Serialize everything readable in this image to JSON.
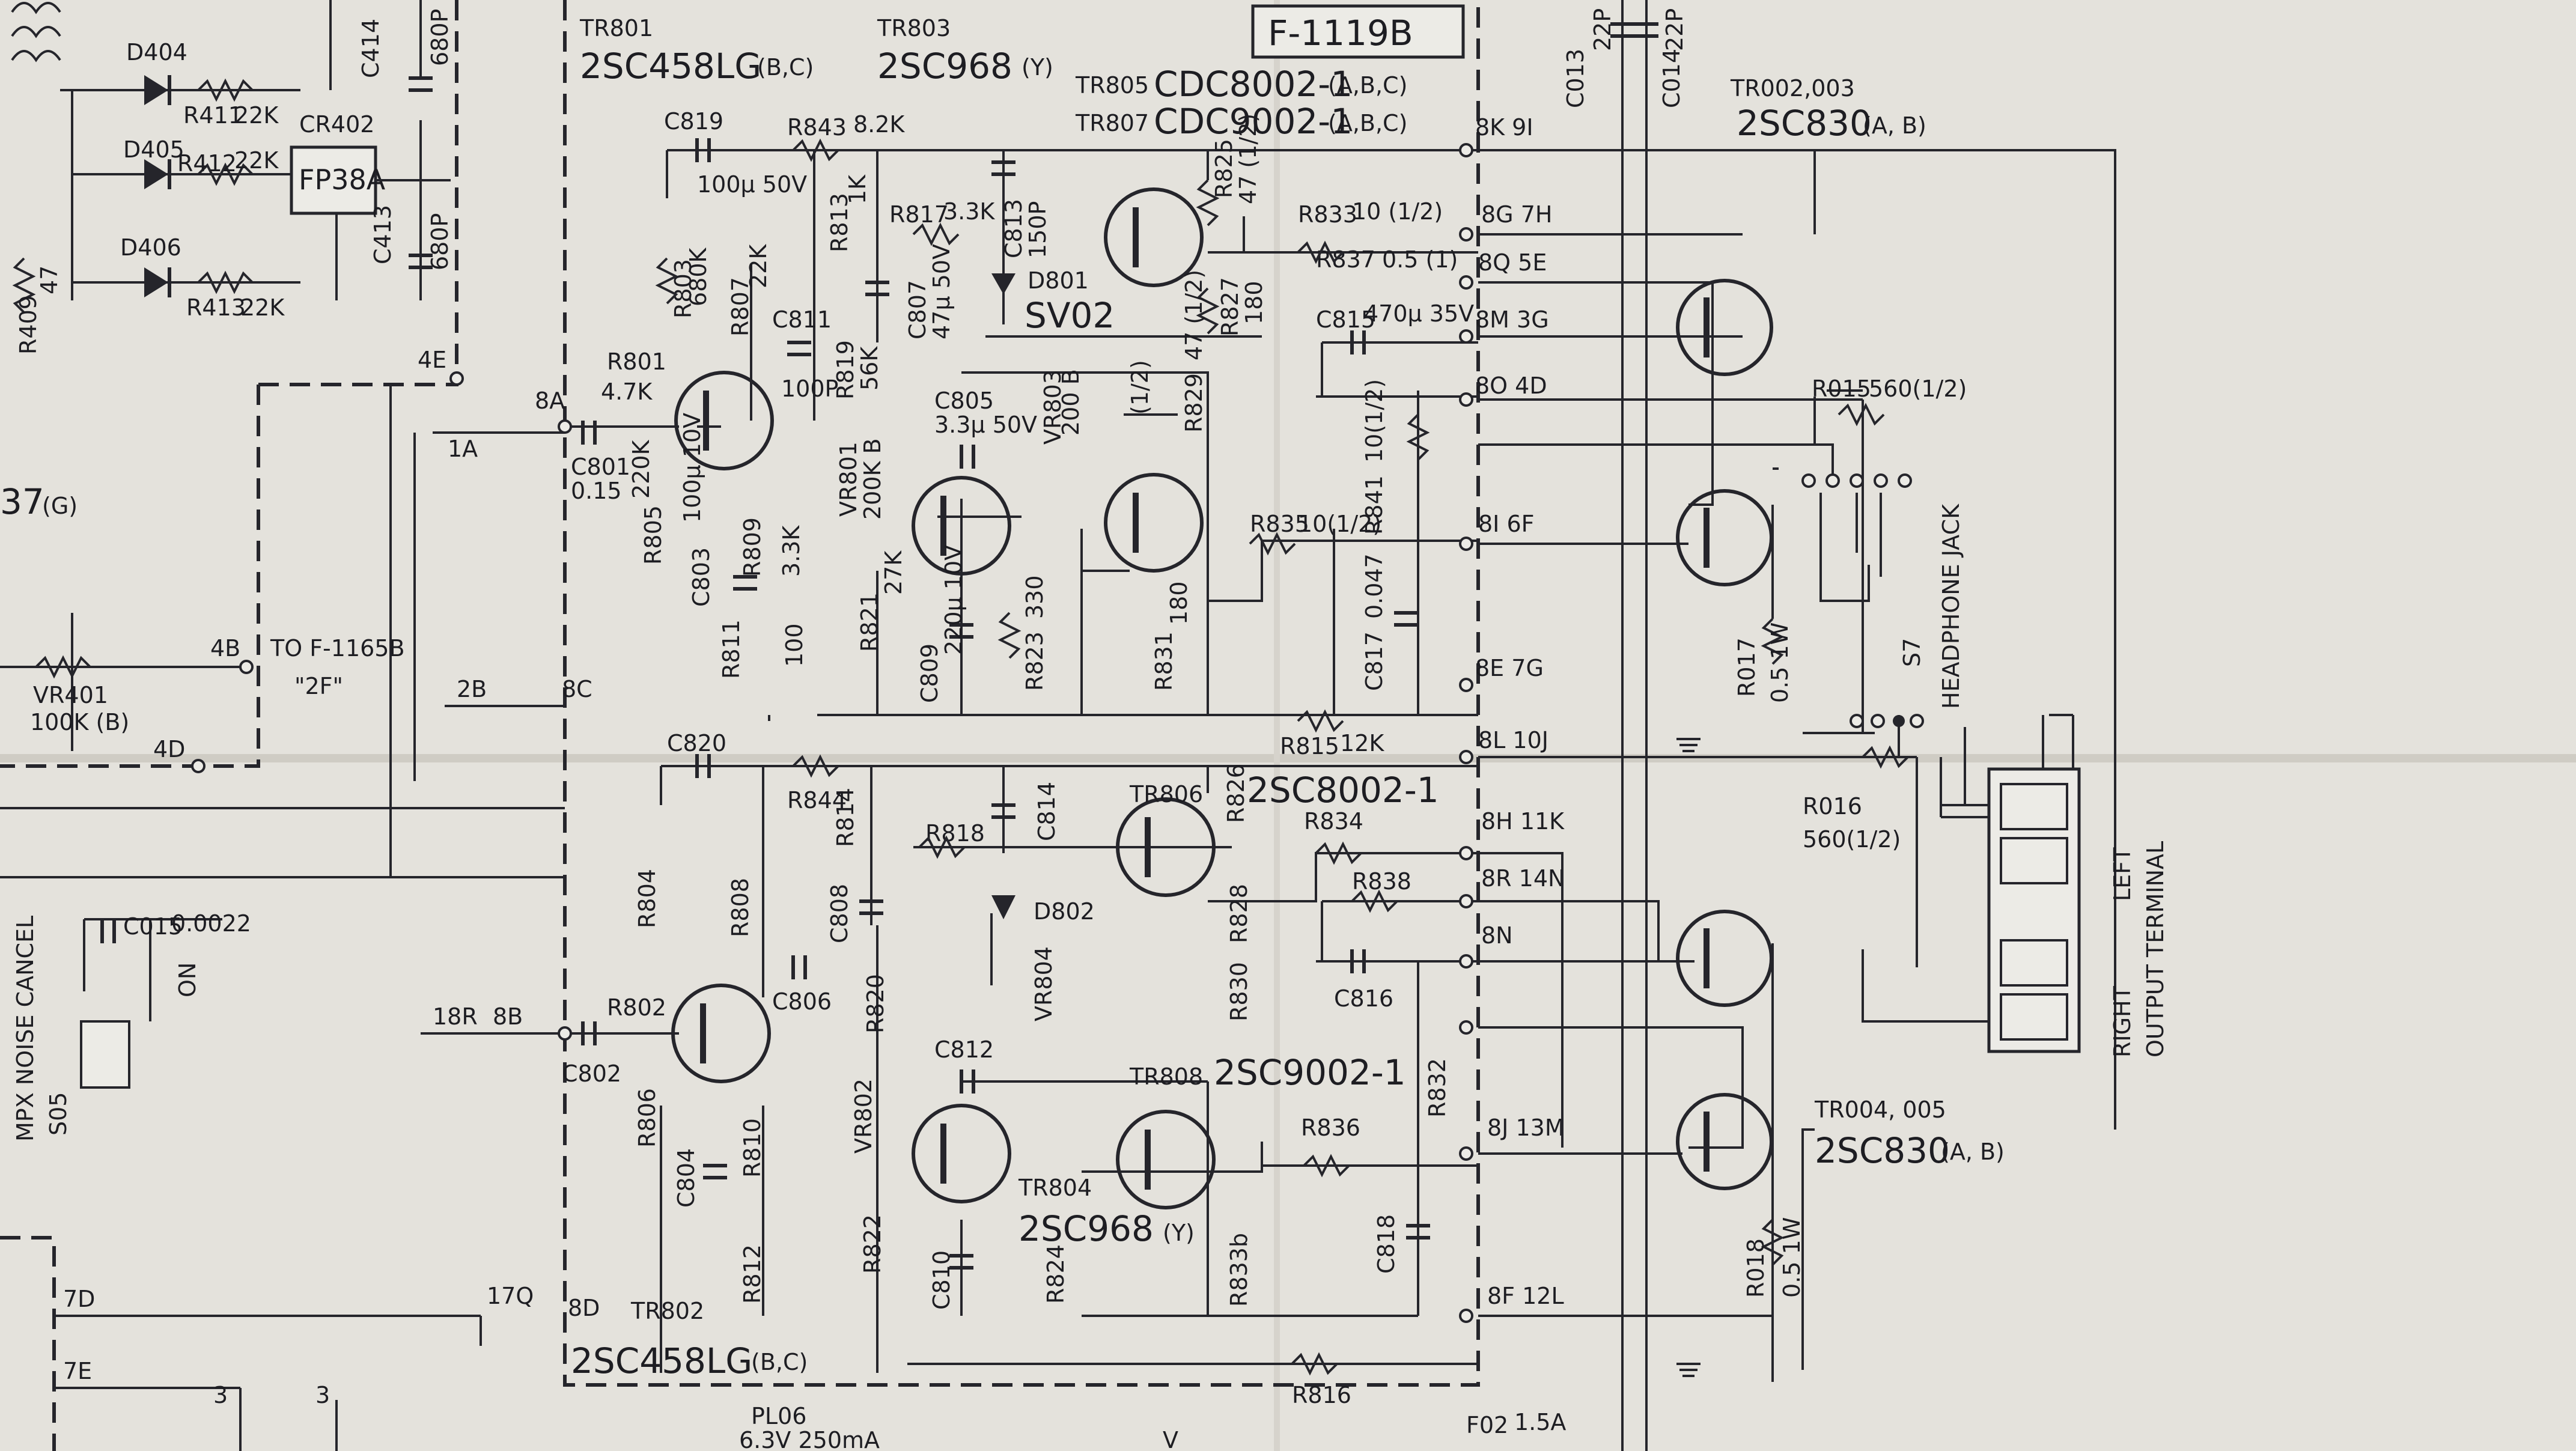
{
  "board": {
    "id": "F-1119B",
    "to_board": "TO F-1165B",
    "to_board_pin": "\"2F\""
  },
  "transistors": [
    {
      "ref": "TR801",
      "part": "2SC458LG",
      "grade": "(B,C)"
    },
    {
      "ref": "TR803",
      "part": "2SC968",
      "grade": "(Y)"
    },
    {
      "ref": "TR805",
      "part": "CDC8002-1",
      "grade": "(A,B,C)"
    },
    {
      "ref": "TR807",
      "part": "CDC9002-1",
      "grade": "(A,B,C)"
    },
    {
      "ref": "TR002,003",
      "part": "2SC830",
      "grade": "(A, B)"
    },
    {
      "ref": "TR806",
      "part": "2SC8002-1",
      "grade": ""
    },
    {
      "ref": "TR808",
      "part": "2SC9002-1",
      "grade": ""
    },
    {
      "ref": "TR804",
      "part": "2SC968",
      "grade": "(Y)"
    },
    {
      "ref": "TR004, 005",
      "part": "2SC830",
      "grade": "(A, B)"
    },
    {
      "ref": "TR802",
      "part": "2SC458LG",
      "grade": "(B,C)"
    }
  ],
  "diodes": [
    {
      "ref": "D404"
    },
    {
      "ref": "D405"
    },
    {
      "ref": "D406"
    },
    {
      "ref": "D801",
      "part": "SV02"
    },
    {
      "ref": "D802"
    }
  ],
  "ic": {
    "ref": "CR402",
    "part": "FP38A"
  },
  "resistors": [
    {
      "ref": "R411",
      "value": "22K"
    },
    {
      "ref": "R412",
      "value": "22K"
    },
    {
      "ref": "R413",
      "value": "22K"
    },
    {
      "ref": "R409",
      "value": "47"
    },
    {
      "ref": "R843",
      "value": "8.2K"
    },
    {
      "ref": "R813",
      "value": "1K"
    },
    {
      "ref": "R817",
      "value": "3.3K"
    },
    {
      "ref": "R825",
      "value": "47 (1/2)"
    },
    {
      "ref": "R833",
      "value": "10 (1/2)"
    },
    {
      "ref": "R837",
      "value": "0.5 (1)"
    },
    {
      "ref": "R827",
      "value": "180"
    },
    {
      "ref": "R803",
      "value": "680K"
    },
    {
      "ref": "R807",
      "value": "22K"
    },
    {
      "ref": "R801",
      "value": "4.7K"
    },
    {
      "ref": "R819",
      "value": "56K"
    },
    {
      "ref": "R829",
      "value": "47 (1/2)"
    },
    {
      "ref": "R805",
      "value": "220K"
    },
    {
      "ref": "R809",
      "value": "3.3K"
    },
    {
      "ref": "R821",
      "value": "27K"
    },
    {
      "ref": "R823",
      "value": "330"
    },
    {
      "ref": "R835",
      "value": "10(1/2)"
    },
    {
      "ref": "R841",
      "value": "10(1/2)"
    },
    {
      "ref": "R811",
      "value": "100"
    },
    {
      "ref": "R831",
      "value": "180"
    },
    {
      "ref": "R815",
      "value": "12K"
    },
    {
      "ref": "R844"
    },
    {
      "ref": "R814"
    },
    {
      "ref": "R818"
    },
    {
      "ref": "R826"
    },
    {
      "ref": "R834"
    },
    {
      "ref": "R838"
    },
    {
      "ref": "R828"
    },
    {
      "ref": "R804"
    },
    {
      "ref": "R808"
    },
    {
      "ref": "R802"
    },
    {
      "ref": "R820"
    },
    {
      "ref": "R830"
    },
    {
      "ref": "R832"
    },
    {
      "ref": "R836"
    },
    {
      "ref": "R806"
    },
    {
      "ref": "R810"
    },
    {
      "ref": "R822"
    },
    {
      "ref": "R824"
    },
    {
      "ref": "R812"
    },
    {
      "ref": "R833b"
    },
    {
      "ref": "R816"
    },
    {
      "ref": "R015",
      "value": "560(1/2)"
    },
    {
      "ref": "R016",
      "value": "560(1/2)"
    },
    {
      "ref": "R017",
      "value": "0.5 1W"
    },
    {
      "ref": "R018",
      "value": "0.5 1W"
    }
  ],
  "capacitors": [
    {
      "ref": "C414",
      "value": "680P"
    },
    {
      "ref": "C413",
      "value": "680P"
    },
    {
      "ref": "C819",
      "value": "100μ 50V"
    },
    {
      "ref": "C813",
      "value": "150P"
    },
    {
      "ref": "C807",
      "value": "47μ 50V"
    },
    {
      "ref": "C805",
      "value": "3.3μ 50V"
    },
    {
      "ref": "C815",
      "value": "470μ 35V"
    },
    {
      "ref": "C811",
      "value": "100P"
    },
    {
      "ref": "C801",
      "value": "0.15"
    },
    {
      "ref": "C803",
      "value": "100μ 10V"
    },
    {
      "ref": "C809",
      "value": "220μ 10V"
    },
    {
      "ref": "C817",
      "value": "0.047"
    },
    {
      "ref": "C820"
    },
    {
      "ref": "C814"
    },
    {
      "ref": "C808"
    },
    {
      "ref": "C806"
    },
    {
      "ref": "C816"
    },
    {
      "ref": "C812"
    },
    {
      "ref": "C802"
    },
    {
      "ref": "C804"
    },
    {
      "ref": "C810"
    },
    {
      "ref": "C818"
    },
    {
      "ref": "C015",
      "value": "0.0022"
    },
    {
      "ref": "C013",
      "value": "22P"
    },
    {
      "ref": "C014",
      "value": "22P"
    }
  ],
  "pots": [
    {
      "ref": "VR803",
      "value": "200 B"
    },
    {
      "ref": "VR801",
      "value": "200K B"
    },
    {
      "ref": "VR401",
      "value": "100K (B)"
    },
    {
      "ref": "VR804"
    },
    {
      "ref": "VR802"
    }
  ],
  "nodes": {
    "upper": [
      "8K 9I",
      "8G 7H",
      "8Q 5E",
      "8M 3G",
      "8O 4D",
      "8I 6F",
      "8E 7G",
      "8L 10J"
    ],
    "lower": [
      "8H 11K",
      "8R 14N",
      "8N",
      "8J 13M",
      "8F 12L"
    ],
    "left": [
      "4E",
      "1A",
      "8A",
      "4B",
      "2B",
      "8C",
      "4D",
      "18R",
      "8B",
      "7D",
      "17Q",
      "8D",
      "7E"
    ]
  },
  "misc": {
    "partial_left": "37",
    "partial_left_grade": "(G)",
    "noise_cancel": "MPX NOISE CANCEL",
    "switch_ref": "S05",
    "switch_on": "ON",
    "headphone_switch": "S7",
    "headphone_jack": "HEADPHONE JACK",
    "output_terminal": "OUTPUT TERMINAL",
    "right": "RIGHT",
    "left": "LEFT",
    "pilot_lamp": "PL06",
    "pilot_lamp_value": "6.3V 250mA",
    "fuse": "F02",
    "fuse_value": "1.5A",
    "half": "(1/2)",
    "pin3a": "3",
    "pin3b": "3",
    "partial_v": "V"
  }
}
